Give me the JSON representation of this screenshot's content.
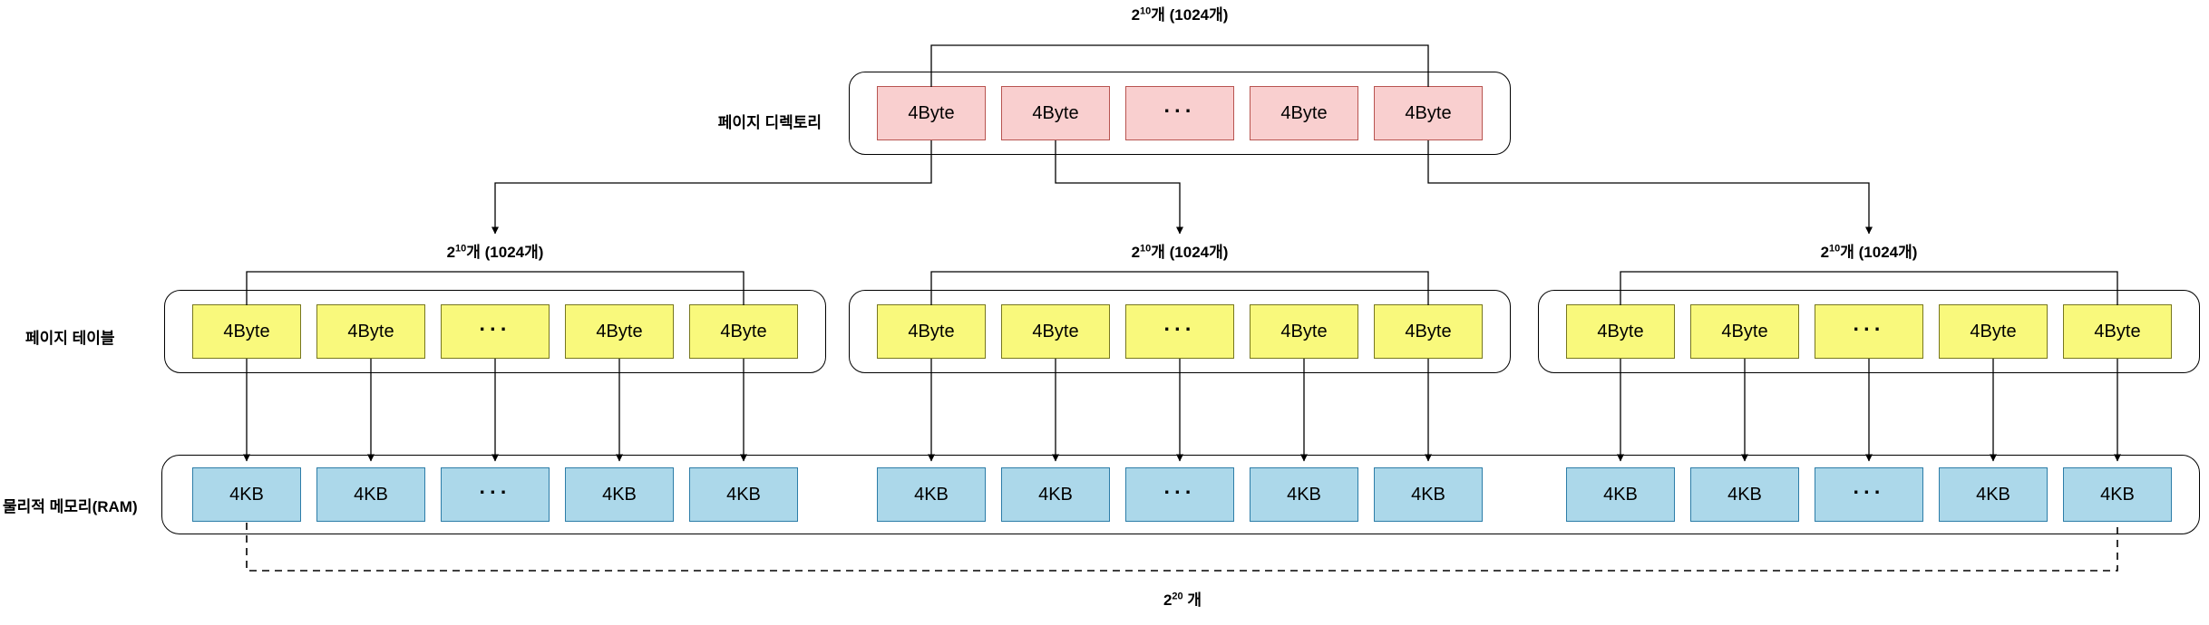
{
  "diagram": {
    "counts": {
      "directory": {
        "base": "2",
        "exp": "10",
        "suffix": "개 (1024개)"
      },
      "table_1": {
        "base": "2",
        "exp": "10",
        "suffix": "개 (1024개)"
      },
      "table_2": {
        "base": "2",
        "exp": "10",
        "suffix": "개 (1024개)"
      },
      "table_3": {
        "base": "2",
        "exp": "10",
        "suffix": "개 (1024개)"
      },
      "total": {
        "base": "2",
        "exp": "20",
        "suffix": " 개"
      }
    },
    "labels": {
      "page_directory": "페이지 디렉토리",
      "page_table": "페이지 테이블",
      "physical_memory": "물리적 메모리(RAM)"
    },
    "page_directory": {
      "cells": [
        "4Byte",
        "4Byte",
        "···",
        "4Byte",
        "4Byte"
      ]
    },
    "page_tables": [
      {
        "cells": [
          "4Byte",
          "4Byte",
          "···",
          "4Byte",
          "4Byte"
        ]
      },
      {
        "cells": [
          "4Byte",
          "4Byte",
          "···",
          "4Byte",
          "4Byte"
        ]
      },
      {
        "cells": [
          "4Byte",
          "4Byte",
          "···",
          "4Byte",
          "4Byte"
        ]
      }
    ],
    "ram": {
      "groups": [
        {
          "cells": [
            "4KB",
            "4KB",
            "···",
            "4KB",
            "4KB"
          ]
        },
        {
          "cells": [
            "4KB",
            "4KB",
            "···",
            "4KB",
            "4KB"
          ]
        },
        {
          "cells": [
            "4KB",
            "4KB",
            "···",
            "4KB",
            "4KB"
          ]
        }
      ]
    },
    "colors": {
      "directory_fill": "#F9CFCF",
      "directory_stroke": "#B85450",
      "table_fill": "#F9F97C",
      "table_stroke": "#77771F",
      "ram_fill": "#ACD8EA",
      "ram_stroke": "#2D7DA8",
      "line": "#000000",
      "background": "#FFFFFF"
    }
  }
}
